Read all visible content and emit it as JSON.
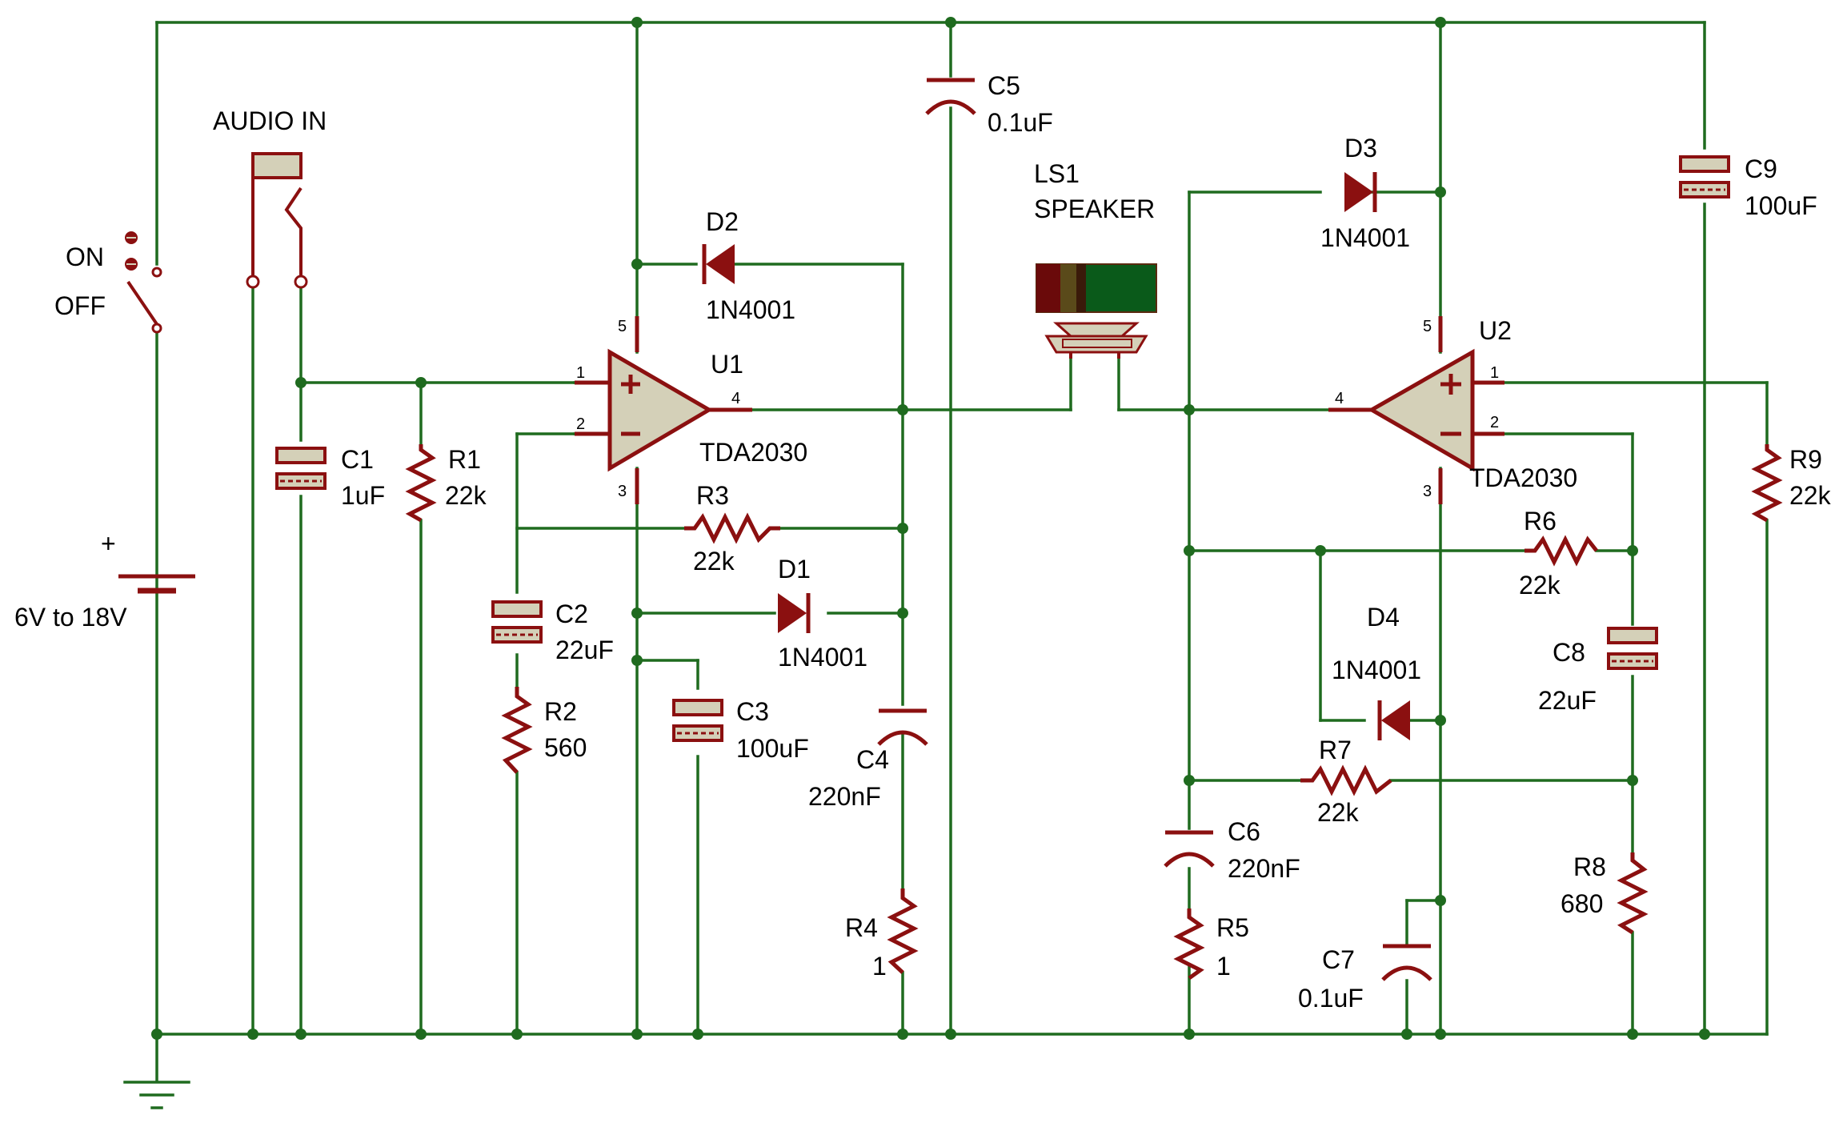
{
  "labels": {
    "on": "ON",
    "off": "OFF",
    "audio_in": "AUDIO IN",
    "supply_plus": "+",
    "supply_range": "6V to 18V",
    "c1_ref": "C1",
    "c1_val": "1uF",
    "r1_ref": "R1",
    "r1_val": "22k",
    "c2_ref": "C2",
    "c2_val": "22uF",
    "r2_ref": "R2",
    "r2_val": "560",
    "d2_ref": "D2",
    "d2_val": "1N4001",
    "u1_ref": "U1",
    "u1_val": "TDA2030",
    "r3_ref": "R3",
    "r3_val": "22k",
    "d1_ref": "D1",
    "d1_val": "1N4001",
    "c3_ref": "C3",
    "c3_val": "100uF",
    "c4_ref": "C4",
    "c4_val": "220nF",
    "r4_ref": "R4",
    "r4_val": "1",
    "c5_ref": "C5",
    "c5_val": "0.1uF",
    "ls1_ref": "LS1",
    "ls1_val": "SPEAKER",
    "d3_ref": "D3",
    "d3_val": "1N4001",
    "u2_ref": "U2",
    "u2_val": "TDA2030",
    "c9_ref": "C9",
    "c9_val": "100uF",
    "r9_ref": "R9",
    "r9_val": "22k",
    "r6_ref": "R6",
    "r6_val": "22k",
    "d4_ref": "D4",
    "d4_val": "1N4001",
    "c8_ref": "C8",
    "c8_val": "22uF",
    "r7_ref": "R7",
    "r7_val": "22k",
    "c6_ref": "C6",
    "c6_val": "220nF",
    "r8_ref": "R8",
    "r8_val": "680",
    "r5_ref": "R5",
    "r5_val": "1",
    "c7_ref": "C7",
    "c7_val": "0.1uF"
  },
  "pins": {
    "u1_p1": "1",
    "u1_p2": "2",
    "u1_p3": "3",
    "u1_p4": "4",
    "u1_p5": "5",
    "u2_p1": "1",
    "u2_p2": "2",
    "u2_p3": "3",
    "u2_p4": "4",
    "u2_p5": "5",
    "plus": "+",
    "minus": "-"
  },
  "colors": {
    "wire": "#1f6b1f",
    "component": "#8b1010",
    "body_fill": "#d4d0b8",
    "text": "#000000"
  }
}
